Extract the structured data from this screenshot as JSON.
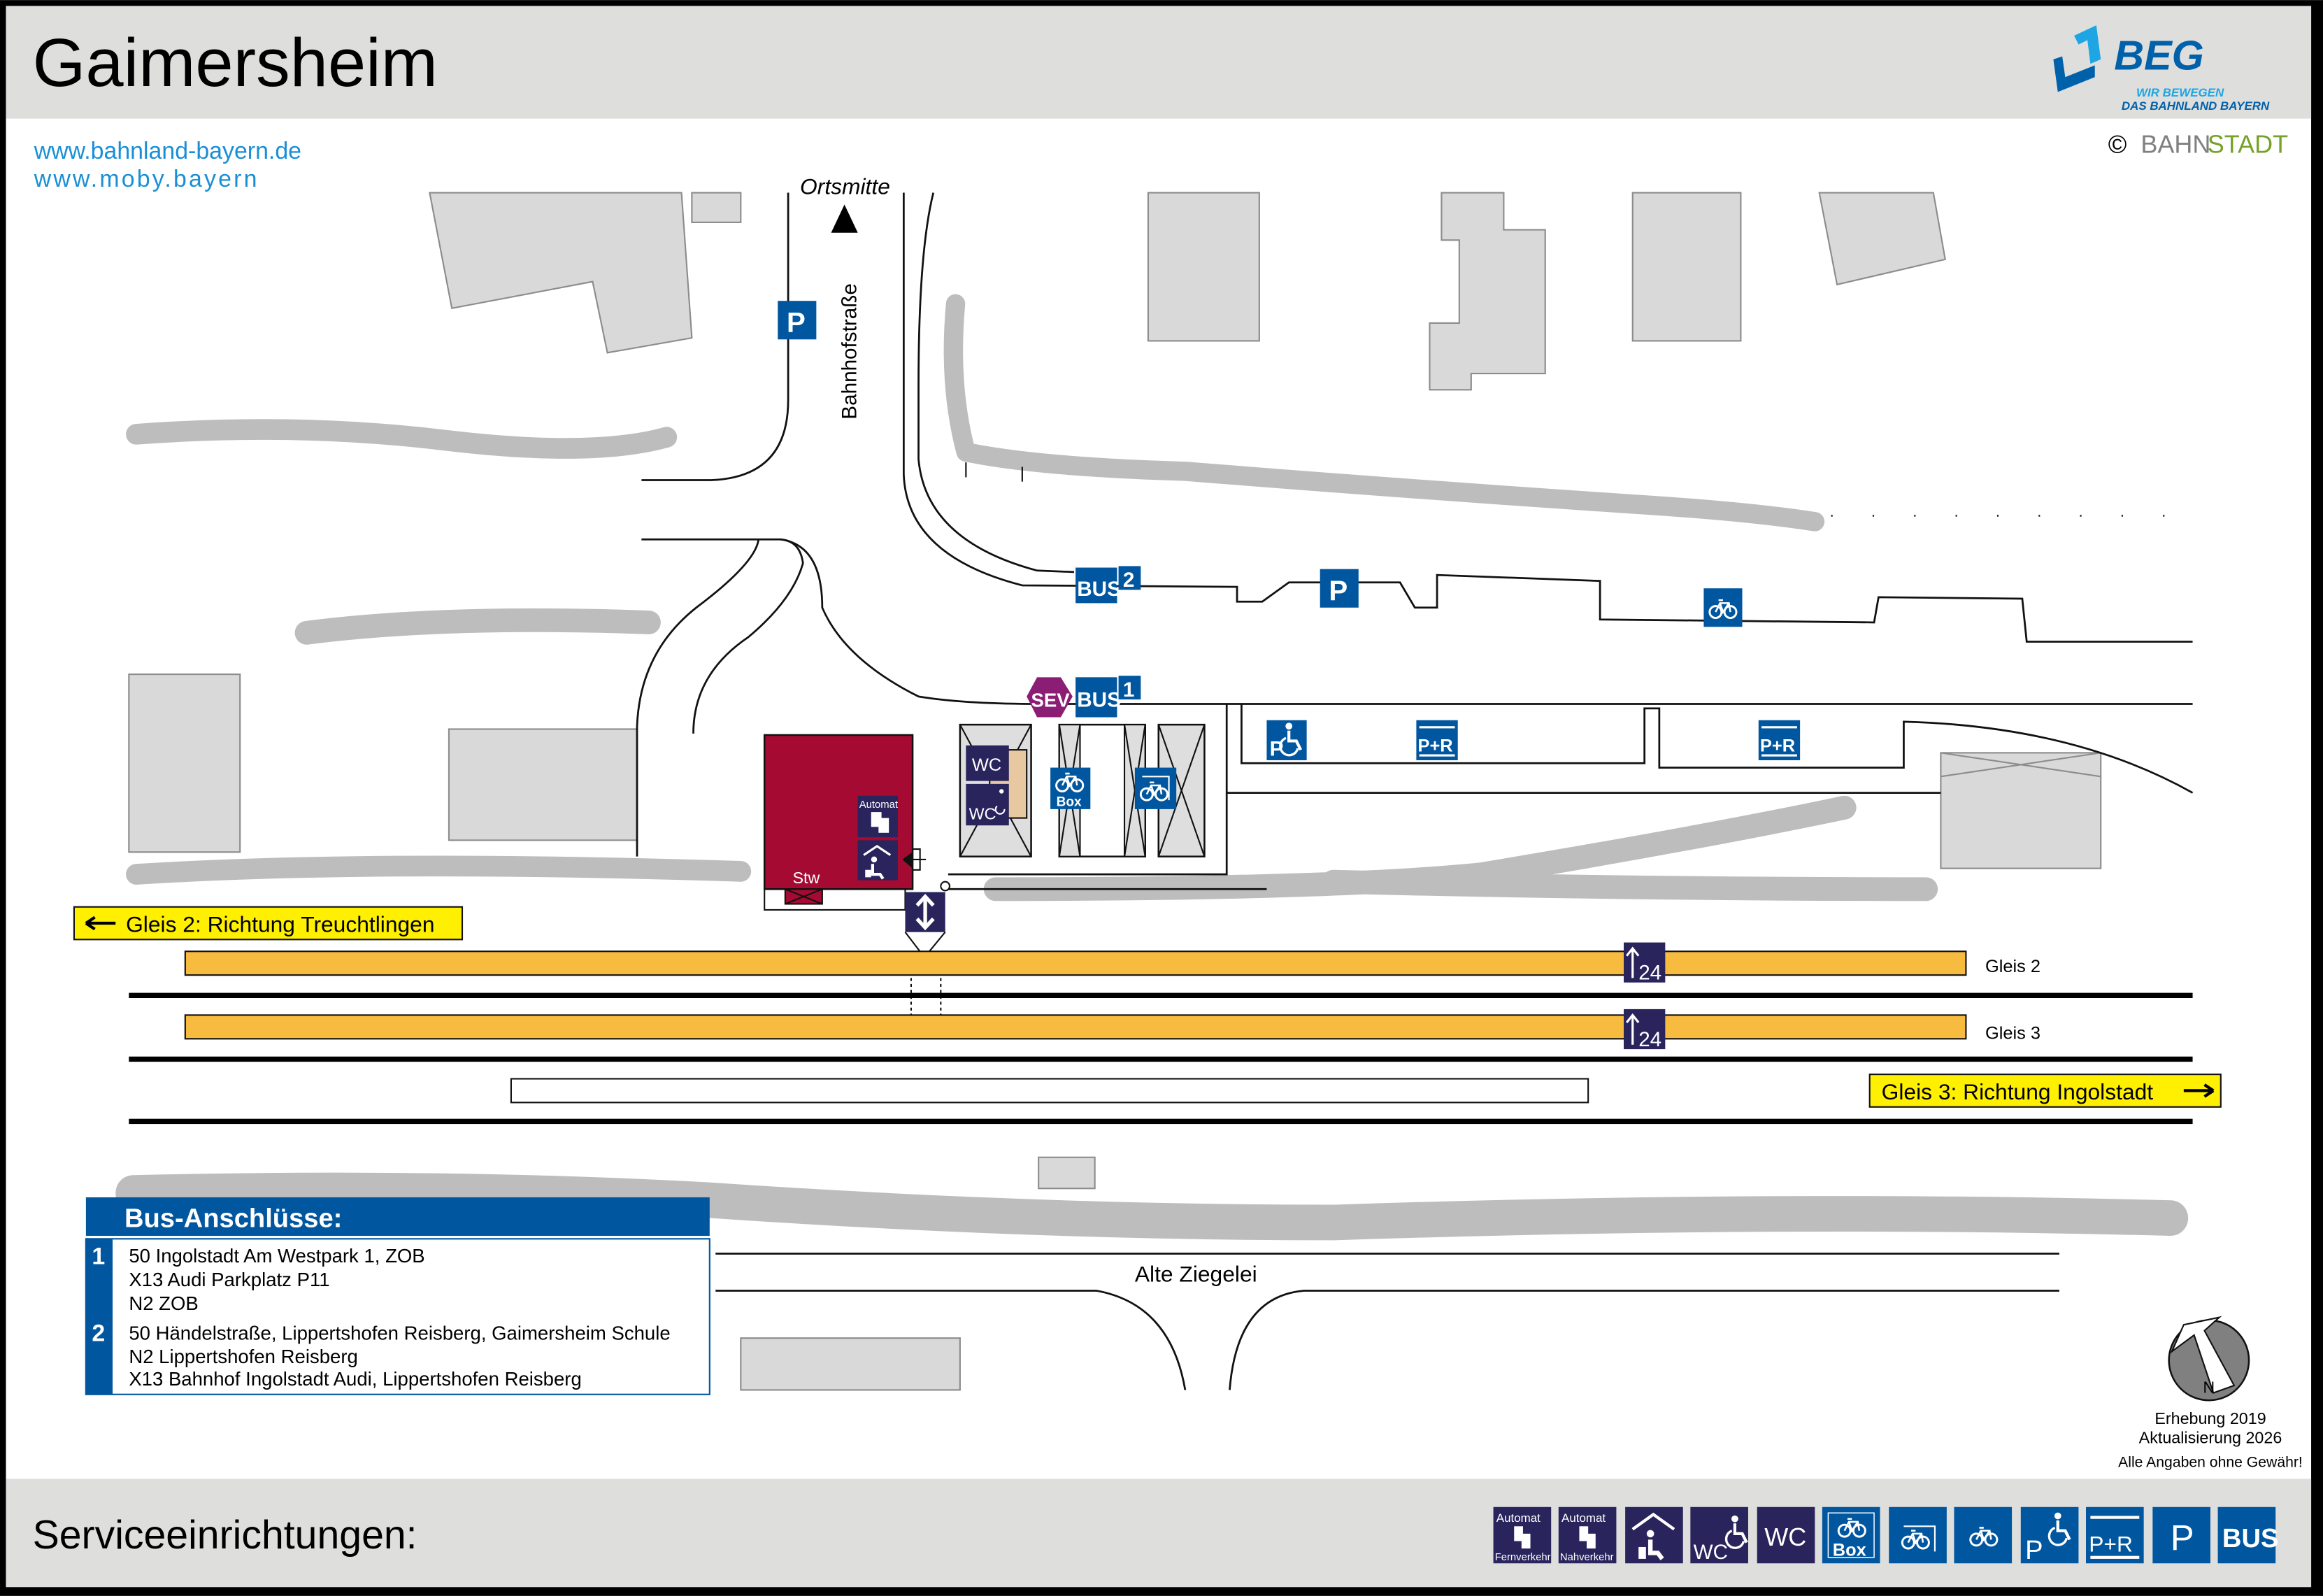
{
  "header": {
    "title": "Gaimersheim",
    "logo_text": "BEG",
    "logo_tagline_1": "WIR BEWEGEN",
    "logo_tagline_2": "DAS BAHNLAND BAYERN",
    "links": [
      "www.bahnland-bayern.de",
      "www.moby.bayern"
    ],
    "copyright_symbol": "©",
    "copyright_bahn": "BAHN",
    "copyright_stadt": "STADT"
  },
  "map": {
    "ortsmitte": "Ortsmitte",
    "street_bahnhof": "Bahnhofstraße",
    "street_ziegelei": "Alte Ziegelei",
    "stw": "Stw",
    "gleis2_direction": "Gleis 2: Richtung Treuchtlingen",
    "gleis3_direction": "Gleis 3: Richtung Ingolstadt",
    "gleis2_label": "Gleis 2",
    "gleis3_label": "Gleis 3",
    "platform_height": "24",
    "bus_stop_1": "1",
    "bus_stop_2": "2",
    "sev": "SEV",
    "bus": "BUS",
    "p": "P",
    "pr": "P+R",
    "wc": "WC",
    "box": "Box",
    "automat": "Automat"
  },
  "bus_connections": {
    "title": "Bus-Anschlüsse:",
    "stops": [
      {
        "number": "1",
        "lines": [
          "50 Ingolstadt Am Westpark 1, ZOB",
          "X13 Audi Parkplatz P11",
          "N2 ZOB"
        ]
      },
      {
        "number": "2",
        "lines": [
          "50 Händelstraße, Lippertshofen Reisberg, Gaimersheim Schule",
          "N2 Lippertshofen Reisberg",
          "X13 Bahnhof Ingolstadt Audi, Lippertshofen Reisberg"
        ]
      }
    ]
  },
  "info": {
    "north": "N",
    "survey": "Erhebung 2019",
    "update": "Aktualisierung 2026",
    "disclaimer": "Alle Angaben ohne Gewähr!"
  },
  "footer": {
    "title": "Serviceeinrichtungen:",
    "icons": [
      {
        "name": "automat-fernverkehr-icon",
        "top": "Automat",
        "bottom": "Fernverkehr"
      },
      {
        "name": "automat-nahverkehr-icon",
        "top": "Automat",
        "bottom": "Nahverkehr"
      },
      {
        "name": "waiting-room-icon"
      },
      {
        "name": "accessible-wc-icon",
        "label": "WC"
      },
      {
        "name": "wc-icon",
        "label": "WC"
      },
      {
        "name": "bike-box-icon",
        "label": "Box"
      },
      {
        "name": "covered-bike-parking-icon"
      },
      {
        "name": "bike-parking-icon"
      },
      {
        "name": "accessible-parking-icon",
        "label": "P"
      },
      {
        "name": "park-and-ride-icon",
        "label": "P+R"
      },
      {
        "name": "parking-icon",
        "label": "P"
      },
      {
        "name": "bus-icon",
        "label": "BUS"
      }
    ]
  },
  "colors": {
    "navy": "#29245c",
    "blue": "#00569f",
    "platform": "#f7bb3f",
    "station": "#a50a32",
    "sev": "#8c1d74",
    "yellow": "#ffef00",
    "link": "#1a8fd6"
  }
}
